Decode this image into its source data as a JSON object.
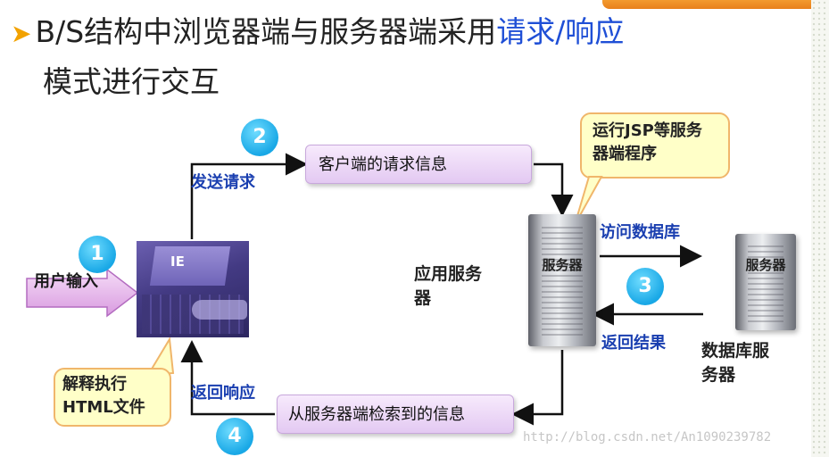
{
  "heading": {
    "line1_prefix": "B/S结构中浏览器端与服务器端采用",
    "line1_highlight": "请求/响应",
    "line2": "模式进行交互"
  },
  "steps": {
    "step1": {
      "number": "1",
      "label": "用户输入"
    },
    "step2": {
      "number": "2",
      "label": "发送请求",
      "message": "客户端的请求信息"
    },
    "step3": {
      "number": "3",
      "access_label": "访问数据库",
      "return_label": "返回结果"
    },
    "step4": {
      "number": "4",
      "label": "返回响应",
      "message": "从服务器端检索到的信息"
    }
  },
  "browser": {
    "screen_text": "IE"
  },
  "callouts": {
    "interpret": "解释执行HTML文件",
    "server_run": "运行JSP等服务器端程序"
  },
  "app_server": {
    "label": "应用服务器",
    "icon_text": "服务器"
  },
  "db_server": {
    "label": "数据库服务器",
    "icon_text": "服务器"
  },
  "watermark": "http://blog.csdn.net/An1090239782",
  "colors": {
    "accent_blue": "#1f4fd6",
    "step_circle": "#19a8e6",
    "callout_bg": "#ffffc8",
    "pill_bg": "#e3c9f2"
  }
}
